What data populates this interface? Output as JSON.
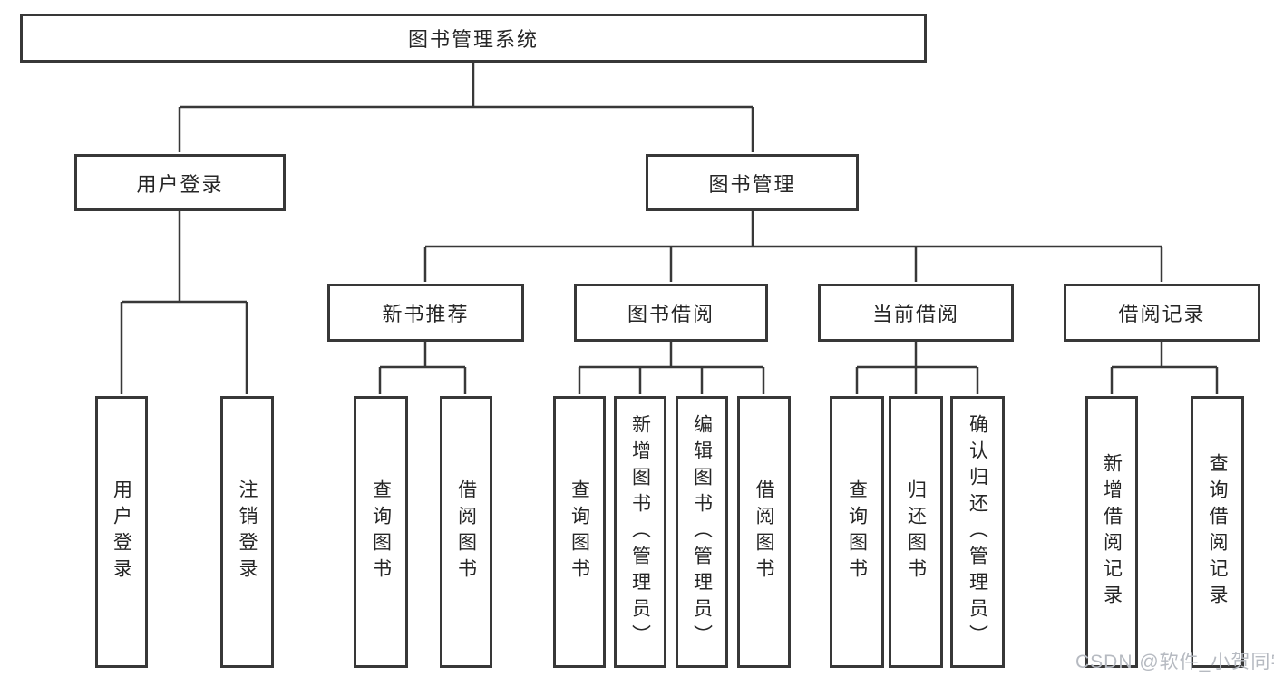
{
  "tree": {
    "label": "图书管理系统",
    "children": [
      {
        "label": "用户登录",
        "children": [
          {
            "label": "用户登录"
          },
          {
            "label": "注销登录"
          }
        ]
      },
      {
        "label": "图书管理",
        "children": [
          {
            "label": "新书推荐",
            "children": [
              {
                "label": "查询图书"
              },
              {
                "label": "借阅图书"
              }
            ]
          },
          {
            "label": "图书借阅",
            "children": [
              {
                "label": "查询图书"
              },
              {
                "label": "新增图书（管理员）"
              },
              {
                "label": "编辑图书（管理员）"
              },
              {
                "label": "借阅图书"
              }
            ]
          },
          {
            "label": "当前借阅",
            "children": [
              {
                "label": "查询图书"
              },
              {
                "label": "归还图书"
              },
              {
                "label": "确认归还（管理员）"
              }
            ]
          },
          {
            "label": "借阅记录",
            "children": [
              {
                "label": "新增借阅记录"
              },
              {
                "label": "查询借阅记录"
              }
            ]
          }
        ]
      }
    ]
  },
  "watermark": "CSDN @软件_小贺同学",
  "colors": {
    "line": "#383838",
    "text": "#262626",
    "watermark": "#b6bac1",
    "background": "#ffffff"
  }
}
